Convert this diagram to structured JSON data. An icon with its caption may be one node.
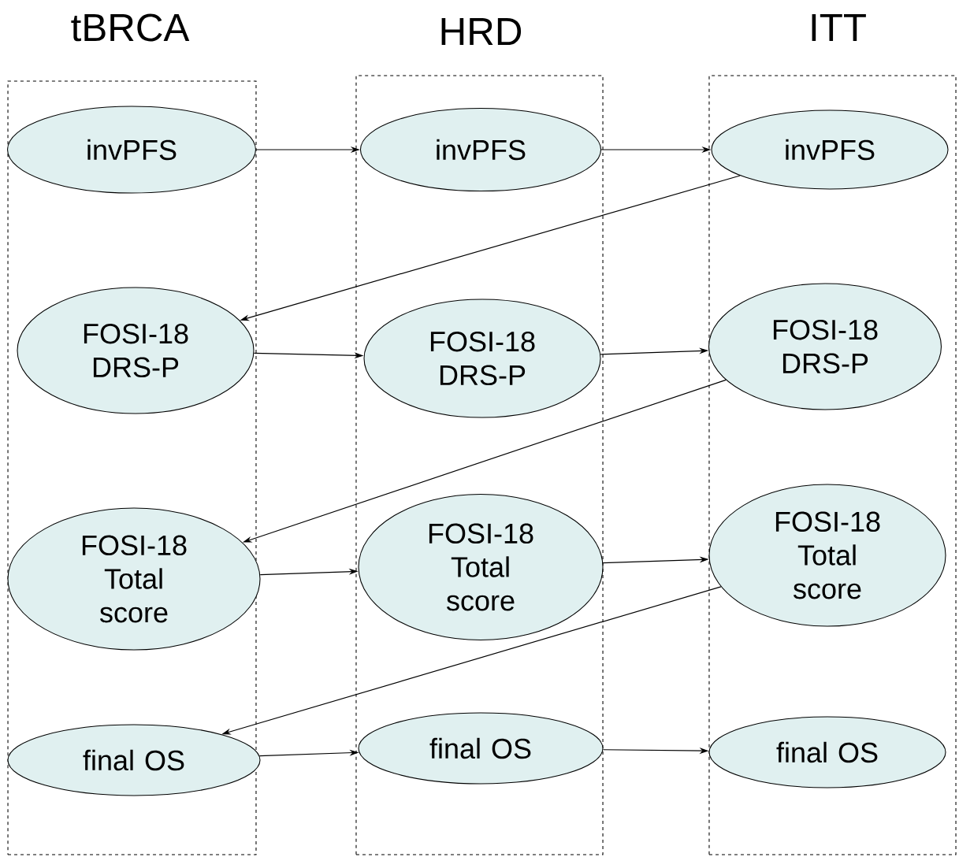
{
  "diagram": {
    "nodes": [
      {
        "text": [
          "tBRCA"
        ]
      },
      {
        "text": [
          "invPFS"
        ],
        "in": 0
      },
      {
        "text": [
          "FOSI-18 DRS-P"
        ],
        "in": 0
      },
      {
        "text": [
          "FOSI-18 Total score"
        ],
        "in": 0
      },
      {
        "text": [
          "final OS"
        ],
        "in": 0
      },
      {
        "text": [
          "HRD"
        ]
      },
      {
        "text": [
          "invPFS"
        ],
        "in": 5
      },
      {
        "text": [
          "FOSI-18 DRS-P"
        ],
        "in": 5
      },
      {
        "text": [
          "FOSI-18 Total score"
        ],
        "in": 5
      },
      {
        "text": [
          "final OS"
        ],
        "in": 5
      },
      {
        "text": [
          "ITT"
        ]
      },
      {
        "text": [
          "invPFS"
        ],
        "in": 10
      },
      {
        "text": [
          "FOSI-18 DRS-P"
        ],
        "in": 10
      },
      {
        "text": [
          "FOSI-18 Total score"
        ],
        "in": 10
      },
      {
        "text": [
          "final OS"
        ],
        "in": 10
      }
    ],
    "edges": [
      {
        "from": 1,
        "to": 6,
        "arrow": "to"
      },
      {
        "from": 6,
        "to": 11,
        "arrow": "to"
      },
      {
        "from": 11,
        "to": 2,
        "arrow": "to"
      },
      {
        "from": 2,
        "to": 7,
        "arrow": "to"
      },
      {
        "from": 7,
        "to": 12,
        "arrow": "to"
      },
      {
        "from": 12,
        "to": 3,
        "arrow": "to"
      },
      {
        "from": 3,
        "to": 8,
        "arrow": "to"
      },
      {
        "from": 8,
        "to": 13,
        "arrow": "to"
      },
      {
        "from": 13,
        "to": 4,
        "arrow": "to"
      },
      {
        "from": 4,
        "to": 9,
        "arrow": "to"
      },
      {
        "from": 9,
        "to": 14,
        "arrow": "to"
      }
    ]
  }
}
